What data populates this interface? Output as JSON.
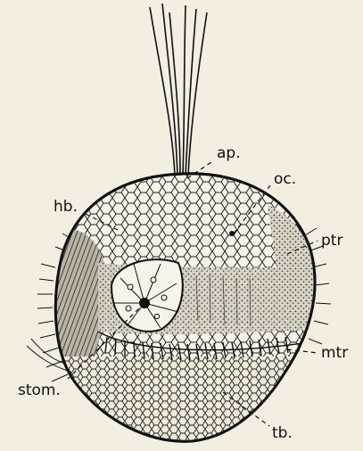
{
  "labels": {
    "ap": "ap.",
    "oc": "oc.",
    "hb": "hb.",
    "ptr": "ptr",
    "mtr": "mtr",
    "stom": "stom.",
    "tb": "tb."
  },
  "colors": {
    "paper": "#f3eee0",
    "ink": "#111111"
  }
}
